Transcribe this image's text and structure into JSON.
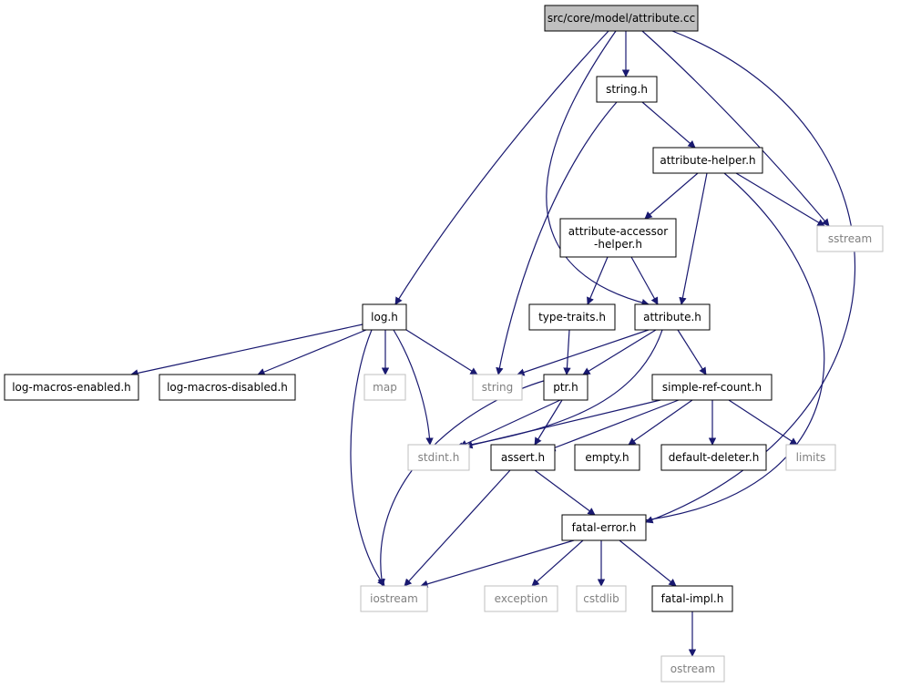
{
  "colors": {
    "edge": "#191970",
    "root_fill": "#bfbfbf",
    "box_border": "#000000",
    "external_border": "#bfbfbf",
    "external_text": "#808080",
    "text": "#000000"
  },
  "nodes": [
    {
      "id": "attribute_cc",
      "lines": [
        "src/core/model/attribute.cc"
      ],
      "kind": "root"
    },
    {
      "id": "string_h",
      "lines": [
        "string.h"
      ],
      "kind": "file"
    },
    {
      "id": "attribute_helper_h",
      "lines": [
        "attribute-helper.h"
      ],
      "kind": "file"
    },
    {
      "id": "sstream",
      "lines": [
        "sstream"
      ],
      "kind": "external"
    },
    {
      "id": "attribute_accessor_helper_h",
      "lines": [
        "attribute-accessor",
        "-helper.h"
      ],
      "kind": "file"
    },
    {
      "id": "log_h",
      "lines": [
        "log.h"
      ],
      "kind": "file"
    },
    {
      "id": "type_traits_h",
      "lines": [
        "type-traits.h"
      ],
      "kind": "file"
    },
    {
      "id": "attribute_h",
      "lines": [
        "attribute.h"
      ],
      "kind": "file"
    },
    {
      "id": "log_macros_enabled_h",
      "lines": [
        "log-macros-enabled.h"
      ],
      "kind": "file"
    },
    {
      "id": "log_macros_disabled_h",
      "lines": [
        "log-macros-disabled.h"
      ],
      "kind": "file"
    },
    {
      "id": "map",
      "lines": [
        "map"
      ],
      "kind": "external"
    },
    {
      "id": "string",
      "lines": [
        "string"
      ],
      "kind": "external"
    },
    {
      "id": "ptr_h",
      "lines": [
        "ptr.h"
      ],
      "kind": "file"
    },
    {
      "id": "simple_ref_count_h",
      "lines": [
        "simple-ref-count.h"
      ],
      "kind": "file"
    },
    {
      "id": "stdint_h",
      "lines": [
        "stdint.h"
      ],
      "kind": "external"
    },
    {
      "id": "assert_h",
      "lines": [
        "assert.h"
      ],
      "kind": "file"
    },
    {
      "id": "empty_h",
      "lines": [
        "empty.h"
      ],
      "kind": "file"
    },
    {
      "id": "default_deleter_h",
      "lines": [
        "default-deleter.h"
      ],
      "kind": "file"
    },
    {
      "id": "limits",
      "lines": [
        "limits"
      ],
      "kind": "external"
    },
    {
      "id": "fatal_error_h",
      "lines": [
        "fatal-error.h"
      ],
      "kind": "file"
    },
    {
      "id": "iostream",
      "lines": [
        "iostream"
      ],
      "kind": "external"
    },
    {
      "id": "exception",
      "lines": [
        "exception"
      ],
      "kind": "external"
    },
    {
      "id": "cstdlib",
      "lines": [
        "cstdlib"
      ],
      "kind": "external"
    },
    {
      "id": "fatal_impl_h",
      "lines": [
        "fatal-impl.h"
      ],
      "kind": "file"
    },
    {
      "id": "ostream",
      "lines": [
        "ostream"
      ],
      "kind": "external"
    }
  ],
  "edges": [
    [
      "attribute_cc",
      "string_h"
    ],
    [
      "attribute_cc",
      "sstream"
    ],
    [
      "attribute_cc",
      "log_h"
    ],
    [
      "attribute_cc",
      "attribute_h"
    ],
    [
      "attribute_cc",
      "fatal_error_h"
    ],
    [
      "string_h",
      "attribute_helper_h"
    ],
    [
      "string_h",
      "string"
    ],
    [
      "attribute_helper_h",
      "attribute_accessor_helper_h"
    ],
    [
      "attribute_helper_h",
      "sstream"
    ],
    [
      "attribute_helper_h",
      "attribute_h"
    ],
    [
      "attribute_helper_h",
      "fatal_error_h"
    ],
    [
      "attribute_accessor_helper_h",
      "type_traits_h"
    ],
    [
      "attribute_accessor_helper_h",
      "attribute_h"
    ],
    [
      "type_traits_h",
      "ptr_h"
    ],
    [
      "log_h",
      "log_macros_enabled_h"
    ],
    [
      "log_h",
      "log_macros_disabled_h"
    ],
    [
      "log_h",
      "map"
    ],
    [
      "log_h",
      "string"
    ],
    [
      "log_h",
      "stdint_h"
    ],
    [
      "log_h",
      "iostream"
    ],
    [
      "attribute_h",
      "string"
    ],
    [
      "attribute_h",
      "ptr_h"
    ],
    [
      "attribute_h",
      "stdint_h"
    ],
    [
      "attribute_h",
      "simple_ref_count_h"
    ],
    [
      "ptr_h",
      "stdint_h"
    ],
    [
      "ptr_h",
      "assert_h"
    ],
    [
      "ptr_h",
      "iostream"
    ],
    [
      "simple_ref_count_h",
      "stdint_h"
    ],
    [
      "simple_ref_count_h",
      "assert_h"
    ],
    [
      "simple_ref_count_h",
      "empty_h"
    ],
    [
      "simple_ref_count_h",
      "default_deleter_h"
    ],
    [
      "simple_ref_count_h",
      "limits"
    ],
    [
      "assert_h",
      "fatal_error_h"
    ],
    [
      "assert_h",
      "iostream"
    ],
    [
      "fatal_error_h",
      "iostream"
    ],
    [
      "fatal_error_h",
      "exception"
    ],
    [
      "fatal_error_h",
      "cstdlib"
    ],
    [
      "fatal_error_h",
      "fatal_impl_h"
    ],
    [
      "fatal_impl_h",
      "ostream"
    ]
  ]
}
